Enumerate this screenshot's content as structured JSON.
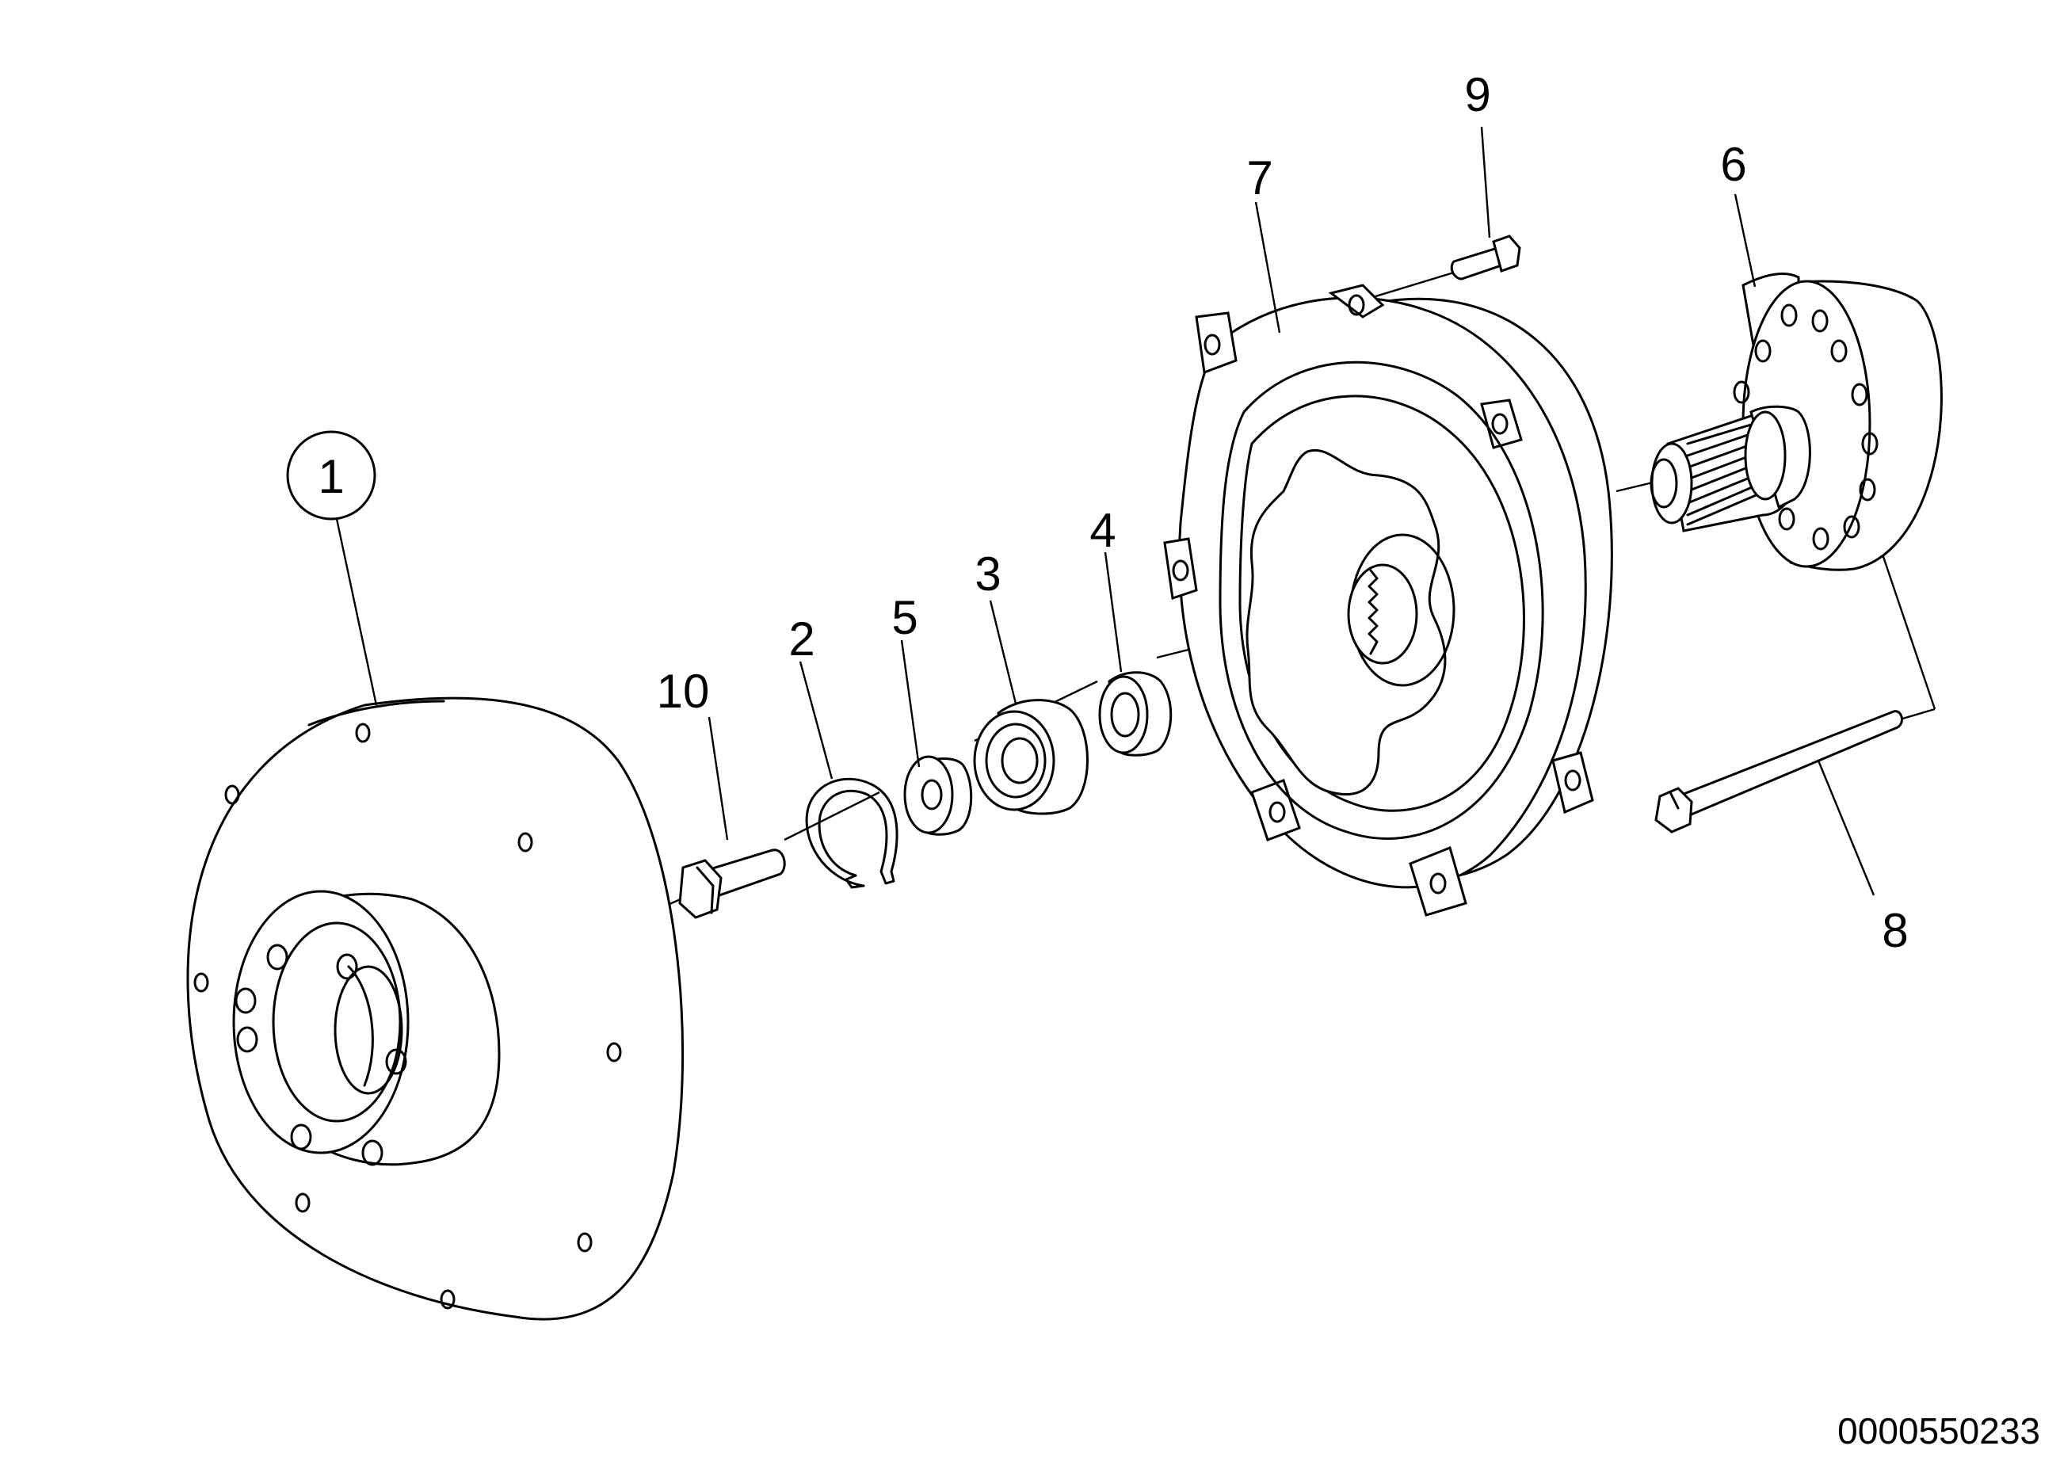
{
  "callouts": {
    "c1": "1",
    "c2": "2",
    "c3": "3",
    "c4": "4",
    "c5": "5",
    "c6": "6",
    "c7": "7",
    "c8": "8",
    "c9": "9",
    "c10": "10"
  },
  "drawing_number": "0000550233"
}
